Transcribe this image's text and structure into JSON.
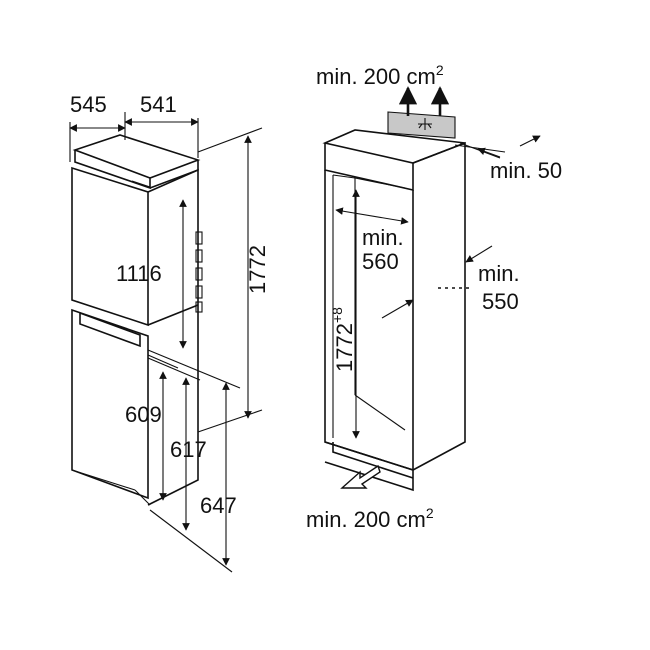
{
  "diagram": {
    "appliance": {
      "width": "545",
      "depth": "541",
      "height": "1772",
      "upper_door": "1116",
      "lower_609": "609",
      "lower_617": "617",
      "lower_647": "647"
    },
    "niche": {
      "vent_top": "min. 200 cm",
      "vent_top_sup": "2",
      "vent_bottom": "min. 200 cm",
      "vent_bottom_sup": "2",
      "rear_gap": "min. 50",
      "width_line1": "min.",
      "width_line2": "560",
      "depth_line1": "min.",
      "depth_line2": "550",
      "height": "1772",
      "height_sup": "+8"
    },
    "colors": {
      "line": "#111111",
      "vent_grille": "#c8c8c8"
    }
  }
}
